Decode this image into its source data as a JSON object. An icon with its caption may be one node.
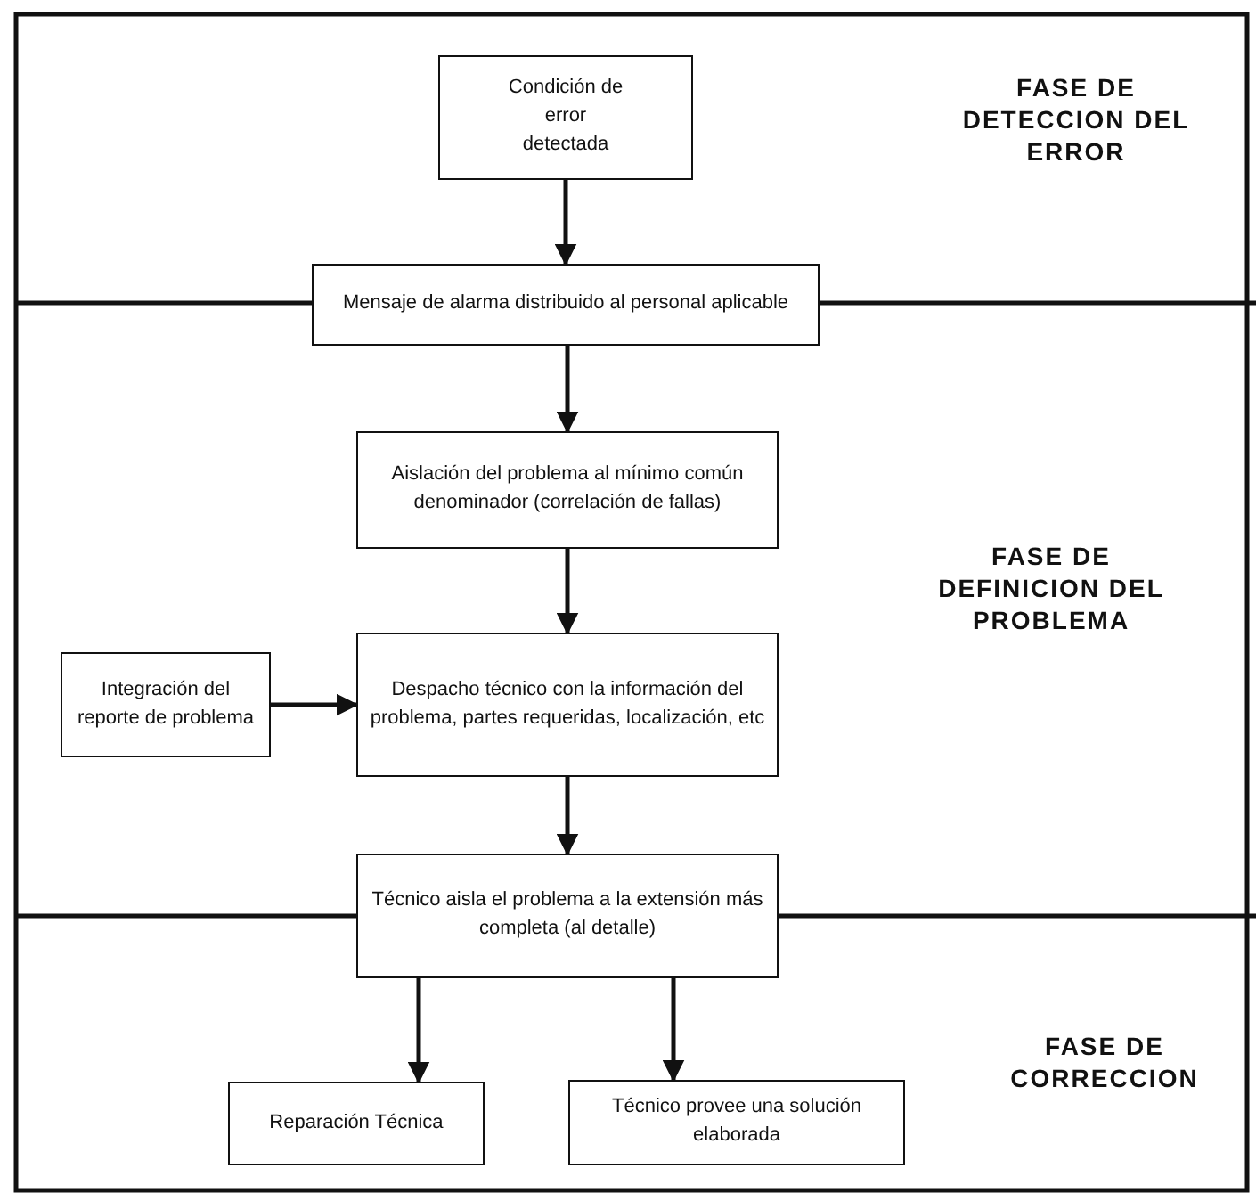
{
  "diagram": {
    "nodes": [
      {
        "text": [
          "Condición de error detectada"
        ]
      },
      {
        "text": [
          "Mensaje de alarma distribuido al personal aplicable"
        ]
      },
      {
        "text": [
          "Aislación del problema al mínimo común denominador (correlación de fallas)"
        ]
      },
      {
        "text": [
          "Despacho técnico con la información del problema, partes requeridas, localización, etc"
        ]
      },
      {
        "text": [
          "Integración del reporte de problema"
        ]
      },
      {
        "text": [
          "Técnico aisla el problema a la extensión más completa (al detalle)"
        ]
      },
      {
        "text": [
          "Reparación Técnica"
        ]
      },
      {
        "text": [
          "Técnico provee una solución elaborada"
        ]
      }
    ],
    "edges": [
      {
        "from": 0,
        "to": 1,
        "arrow": "to"
      },
      {
        "from": 1,
        "to": 2,
        "arrow": "to"
      },
      {
        "from": 2,
        "to": 3,
        "arrow": "to"
      },
      {
        "from": 4,
        "to": 3,
        "arrow": "to"
      },
      {
        "from": 3,
        "to": 5,
        "arrow": "to"
      },
      {
        "from": 5,
        "to": 6,
        "arrow": "to"
      },
      {
        "from": 5,
        "to": 7,
        "arrow": "to"
      }
    ],
    "labels": [
      "FASE DE DETECCION DEL ERROR",
      "FASE DE DEFINICION DEL PROBLEMA",
      "FASE DE CORRECCION"
    ]
  }
}
